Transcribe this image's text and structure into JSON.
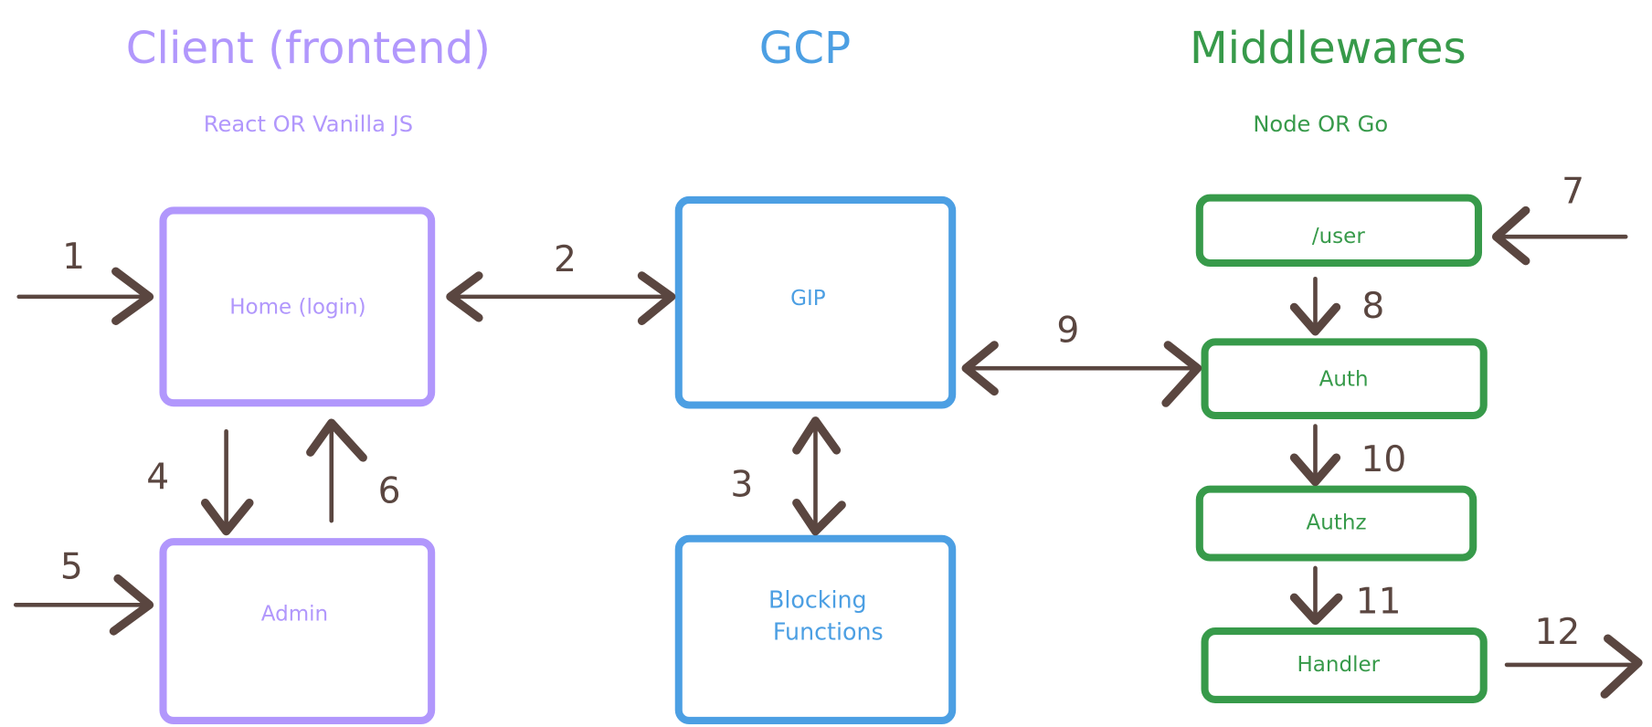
{
  "colors": {
    "client": "#b197fc",
    "gcp": "#4c9fe3",
    "middleware": "#379a4a",
    "arrow": "#5a4640"
  },
  "columns": {
    "client": {
      "title": "Client (frontend)",
      "subtitle": "React OR Vanilla JS"
    },
    "gcp": {
      "title": "GCP"
    },
    "middleware": {
      "title": "Middlewares",
      "subtitle": "Node OR Go"
    }
  },
  "boxes": {
    "home": "Home (login)",
    "admin": "Admin",
    "gip": "GIP",
    "blocking_1": "Blocking",
    "blocking_2": "Functions",
    "user": "/user",
    "auth": "Auth",
    "authz": "Authz",
    "handler": "Handler"
  },
  "steps": [
    "1",
    "2",
    "3",
    "4",
    "5",
    "6",
    "7",
    "8",
    "9",
    "10",
    "11",
    "12"
  ]
}
